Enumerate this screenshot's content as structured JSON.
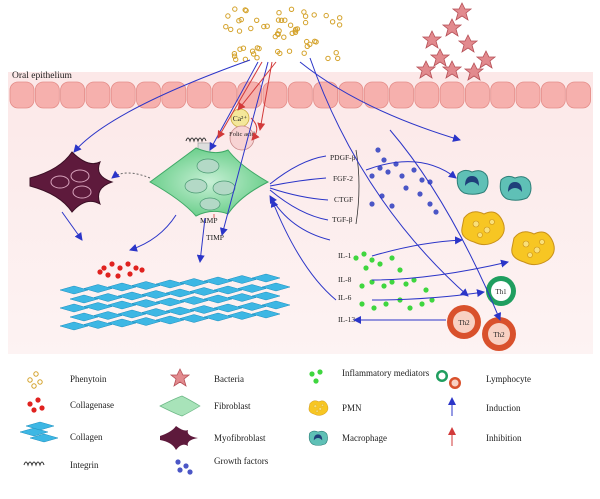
{
  "diagram": {
    "tissue_label": "Oral epithelium",
    "ion_label": "Ca²⁺",
    "folic_label": "Folic acid",
    "mmp_label": "MMP",
    "timp_label": "TIMP",
    "growth_factors": [
      "PDGF-β",
      "FGF-2",
      "CTGF",
      "TGF-β"
    ],
    "interleukins": [
      "IL-1",
      "IL-8",
      "IL-6",
      "IL-13"
    ],
    "th1_label": "Th1",
    "th2_label": "Th2",
    "colors": {
      "induction": "#2b35c8",
      "inhibition": "#d23a3a",
      "tissue": "#fbe1e1",
      "epithelium": "#f6b0ad",
      "phenytoin": "#d4a22a",
      "collagen": "#3db7e4",
      "myofibroblast": "#5e1a3c",
      "fibroblast": "#7ed69a"
    }
  },
  "legend": {
    "col1": [
      "Phenytoin",
      "Collagenase",
      "Collagen",
      "Integrin"
    ],
    "col2": [
      "Bacteria",
      "Fibroblast",
      "Myofibroblast",
      "Growth factors"
    ],
    "col3": [
      "Inflammatory mediators",
      "PMN",
      "Macrophage"
    ],
    "col4": [
      "Lymphocyte",
      "Induction",
      "Inhibition"
    ]
  }
}
